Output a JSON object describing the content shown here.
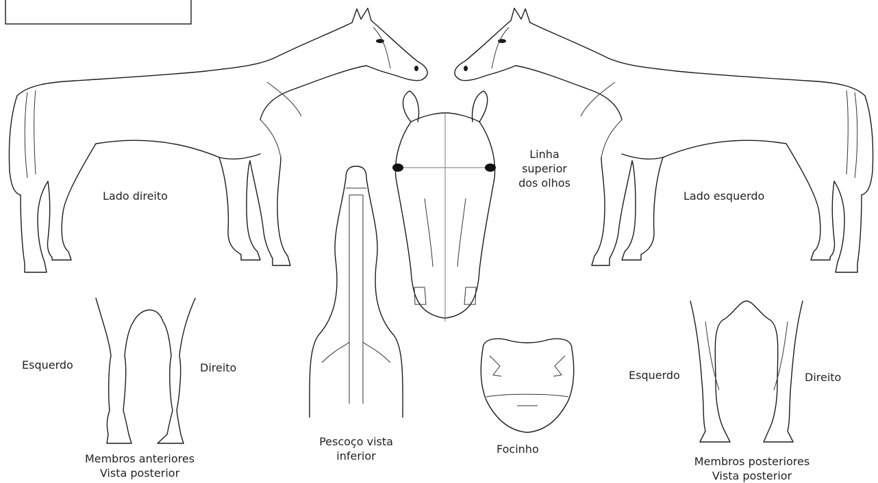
{
  "labels": {
    "right_side": "Lado direito",
    "left_side": "Lado esquerdo",
    "eye_line": [
      "Linha",
      "superior",
      "dos olhos"
    ],
    "front_left": "Esquerdo",
    "front_right": "Direito",
    "front_caption": [
      "Membros anteriores",
      "Vista posterior"
    ],
    "neck_caption": [
      "Pescoço vista",
      "inferior"
    ],
    "muzzle_caption": "Focinho",
    "hind_left": "Esquerdo",
    "hind_right": "Direito",
    "hind_caption": [
      "Membros posteriores",
      "Vista posterior"
    ]
  },
  "colors": {
    "line": "#1a1a1a",
    "text": "#222222",
    "background": "#ffffff"
  }
}
